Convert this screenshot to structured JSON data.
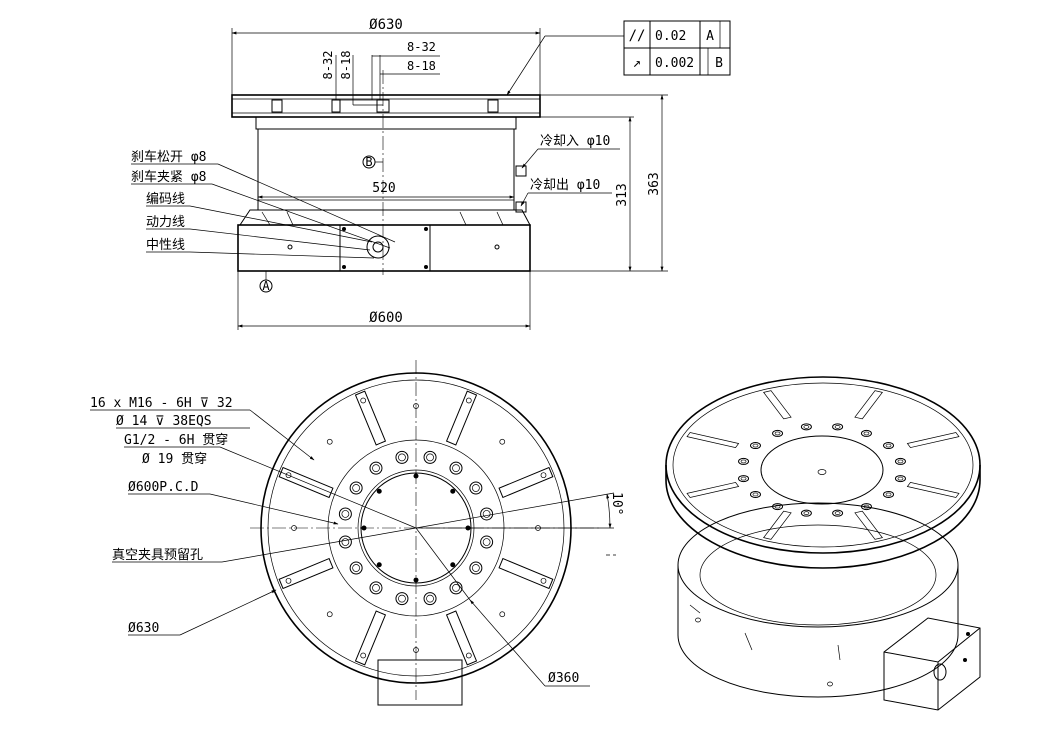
{
  "front_view": {
    "dim_top_dia": "Ø630",
    "dim_bottom_dia": "Ø600",
    "dim_body_width": "520",
    "dim_height_overall": "363",
    "dim_height_body": "313",
    "thread_left_a": "8-32",
    "thread_left_b": "8-18",
    "thread_right_a": "8-32",
    "thread_right_b": "8-18",
    "datum_a": "A",
    "datum_b": "B",
    "labels": {
      "brake_release": "刹车松开 φ8",
      "brake_clamp": "刹车夹紧 φ8",
      "encoder_line": "编码线",
      "power_line": "动力线",
      "neutral_line": "中性线",
      "cooling_in": "冷却入 φ10",
      "cooling_out": "冷却出 φ10"
    }
  },
  "tolerance_frame": {
    "rows": [
      {
        "symbol": "//",
        "value": "0.02",
        "datum": "A"
      },
      {
        "symbol": "↗",
        "value": "0.002",
        "datum": "B"
      }
    ]
  },
  "top_view": {
    "hole_spec_1": "16 x  M16 - 6H ⊽ 32",
    "hole_spec_2": "Ø 14 ⊽ 38EQS",
    "port_spec_1": "G1/2 - 6H 贯穿",
    "port_spec_2": "Ø 19 贯穿",
    "pcd": "Ø600P.C.D",
    "vacuum_hole": "真空夹具预留孔",
    "dia_630": "Ø630",
    "dia_360": "Ø360",
    "angle": "10°"
  }
}
